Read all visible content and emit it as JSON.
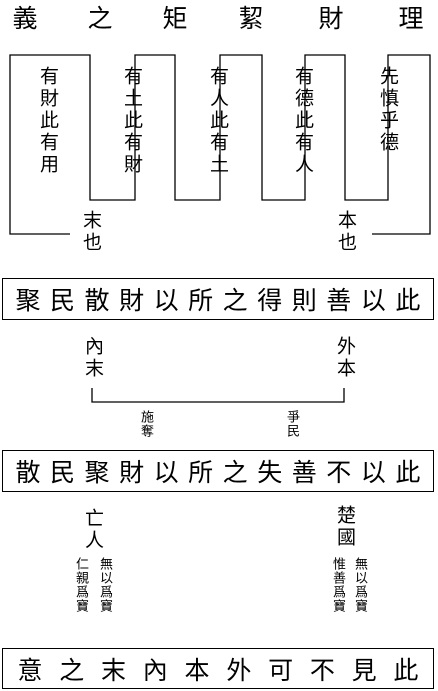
{
  "title": [
    "義",
    "之",
    "矩",
    "絜",
    "財",
    "理"
  ],
  "zigzag": {
    "columns": [
      "有財此有用",
      "有土此有財",
      "有人此有土",
      "有德此有人",
      "先慎乎德"
    ],
    "left_end": "末也",
    "right_end": "本也"
  },
  "box1": [
    "聚",
    "民",
    "散",
    "財",
    "以",
    "所",
    "之",
    "得",
    "則",
    "善",
    "以",
    "此"
  ],
  "middle": {
    "left_top": "內末",
    "right_top": "外本",
    "left_bottom": "施奪",
    "right_bottom": "爭民"
  },
  "box2": [
    "散",
    "民",
    "聚",
    "財",
    "以",
    "所",
    "之",
    "失",
    "善",
    "不",
    "以",
    "此"
  ],
  "lower": {
    "left_top": "亡人",
    "right_top": "楚國",
    "left_col1": "仁親爲寶",
    "left_col2": "無以爲寶",
    "right_col1": "惟善爲寶",
    "right_col2": "無以爲寶"
  },
  "box3": [
    "意",
    "之",
    "末",
    "內",
    "本",
    "外",
    "可",
    "不",
    "見",
    "此"
  ]
}
